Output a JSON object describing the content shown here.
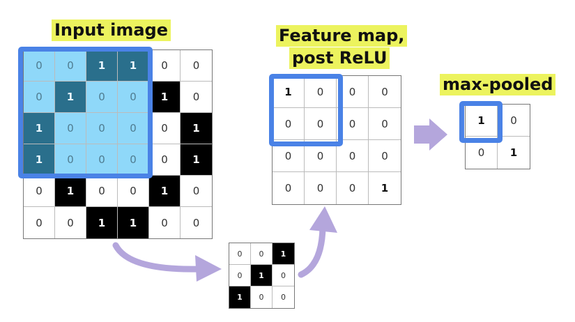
{
  "titles": {
    "input": "Input image",
    "feature_line1": "Feature map,",
    "feature_line2": "post ReLU",
    "pooled": "max-pooled"
  },
  "input_image": {
    "rows": [
      [
        0,
        0,
        1,
        1,
        0,
        0
      ],
      [
        0,
        1,
        0,
        0,
        1,
        0
      ],
      [
        1,
        0,
        0,
        0,
        0,
        1
      ],
      [
        1,
        0,
        0,
        0,
        0,
        1
      ],
      [
        0,
        1,
        0,
        0,
        1,
        0
      ],
      [
        0,
        0,
        1,
        1,
        0,
        0
      ]
    ],
    "highlight": {
      "rows": 4,
      "cols": 4
    }
  },
  "kernel": {
    "rows": [
      [
        0,
        0,
        1
      ],
      [
        0,
        1,
        0
      ],
      [
        1,
        0,
        0
      ]
    ]
  },
  "feature_map": {
    "rows": [
      [
        1,
        0,
        0,
        0
      ],
      [
        0,
        0,
        0,
        0
      ],
      [
        0,
        0,
        0,
        0
      ],
      [
        0,
        0,
        0,
        1
      ]
    ],
    "highlight": {
      "rows": 2,
      "cols": 2
    }
  },
  "pooled": {
    "rows": [
      [
        1,
        0
      ],
      [
        0,
        1
      ]
    ],
    "highlight": {
      "rows": 1,
      "cols": 1
    }
  },
  "colors": {
    "title_highlight": "#ecf35e",
    "selection_border": "#4a82e6",
    "arrow": "#b4a6dc",
    "receptive_field_light": "#8fd8f9",
    "receptive_field_dark": "#2a6f8c"
  }
}
